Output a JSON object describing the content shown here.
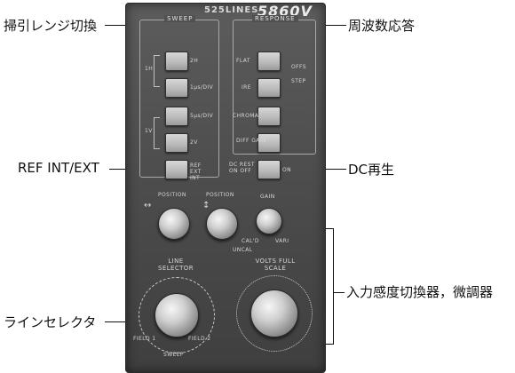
{
  "labels": {
    "sweep_range": "掃引レンジ切換",
    "frequency_response": "周波数応答",
    "ref_int_ext": "REF INT/EXT",
    "dc_restore": "DC再生",
    "input_sensitivity": "入力感度切換器，微調器",
    "line_selector": "ラインセレクタ"
  },
  "panel": {
    "model_text": "525LINES",
    "brand_text": "5860V",
    "sweep_title": "SWEEP",
    "response_title": "RESPONSE",
    "sweep_buttons": [
      "2H",
      "1μs/DIV",
      "5μs/DIV",
      "2V"
    ],
    "sweep_side": [
      "1H",
      "1V"
    ],
    "response_buttons": [
      "FLAT",
      "IRE",
      "CHROMA",
      "DIFF GAIN"
    ],
    "response_side": [
      "OFFS",
      "STEP"
    ],
    "ref_text": "REF EXT INT",
    "dc_text": "DC REST ON OFF",
    "position_left": "POSITION",
    "position_mid": "POSITION",
    "gain_text": "GAIN",
    "cal_text": "CAL'D",
    "vari_text": "VARI",
    "uncal_text": "UNCAL",
    "line_selector_title": "LINE SELECTOR",
    "volts_title": "VOLTS FULL SCALE",
    "field1": "FIELD 1",
    "field2": "FIELD 2",
    "sweep_bottom": "SWEEP"
  }
}
